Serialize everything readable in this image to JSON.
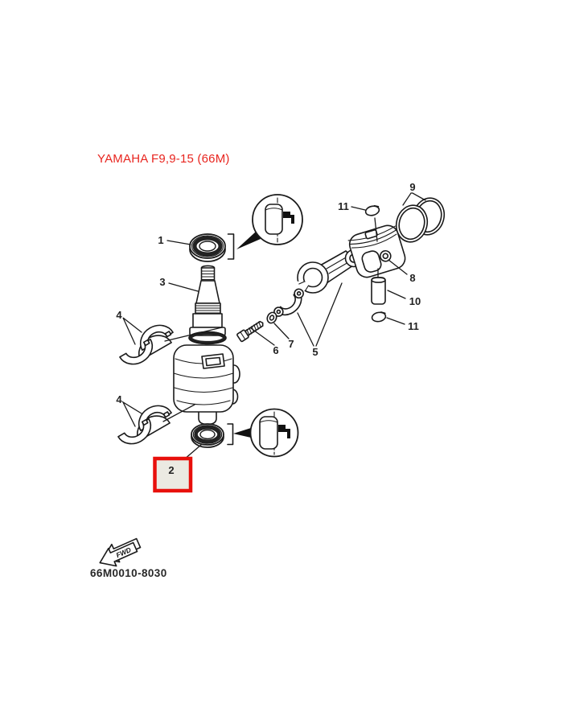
{
  "title": "YAMAHA F9,9-15 (66M)",
  "callouts": {
    "c1": "1",
    "c2": "2",
    "c3": "3",
    "c4_upper": "4",
    "c4_lower": "4",
    "c5": "5",
    "c6": "6",
    "c7": "7",
    "c8": "8",
    "c9": "9",
    "c10": "10",
    "c11_upper": "11",
    "c11_lower": "11"
  },
  "highlight": {
    "part": "2",
    "box_color": "#e8100c",
    "box_fill": "#ebeae2"
  },
  "colors": {
    "title_red": "#e8251f",
    "line_color": "#1a1a1a"
  },
  "footer": {
    "fwd_label": "FWD",
    "drawing_number": "66M0010-8030"
  }
}
